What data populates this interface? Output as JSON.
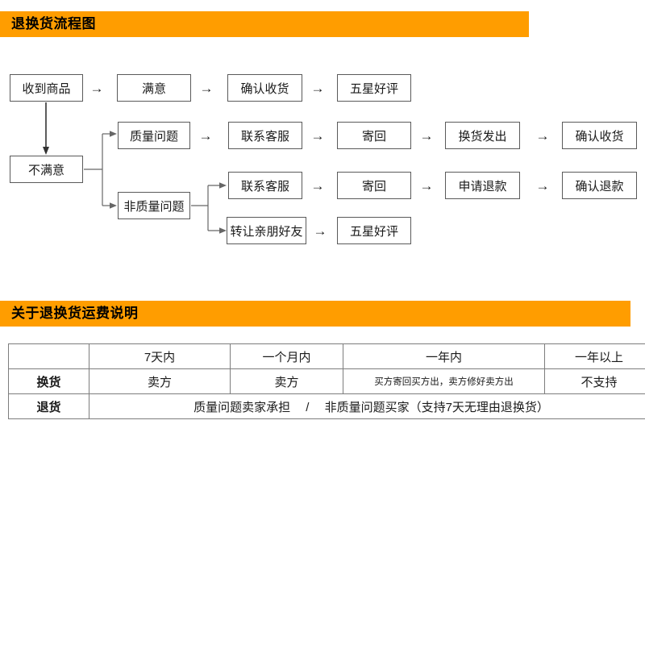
{
  "sections": {
    "flow": {
      "title": "退换货流程图",
      "bar_color": "#FF9D00"
    },
    "fee": {
      "title": "关于退换货运费说明",
      "bar_color": "#FF9D00"
    }
  },
  "flowchart": {
    "arrow_glyph": "→",
    "nodes": {
      "received": "收到商品",
      "satisfied": "满意",
      "confirm_receipt": "确认收货",
      "five_star_1": "五星好评",
      "unsatisfied": "不满意",
      "quality_issue": "质量问题",
      "contact_cs_1": "联系客服",
      "send_back_1": "寄回",
      "exchange_sent": "换货发出",
      "confirm_receipt_2": "确认收货",
      "non_quality_issue": "非质量问题",
      "contact_cs_2": "联系客服",
      "send_back_2": "寄回",
      "request_refund": "申请退款",
      "confirm_refund": "确认退款",
      "transfer_friend": "转让亲朋好友",
      "five_star_2": "五星好评"
    }
  },
  "fee_table": {
    "columns": [
      "",
      "7天内",
      "一个月内",
      "一年内",
      "一年以上"
    ],
    "rows": [
      {
        "label": "换货",
        "cells": [
          "卖方",
          "卖方",
          "买方寄回买方出，卖方修好卖方出",
          "不支持"
        ]
      },
      {
        "label": "退货",
        "merged": "质量问题卖家承担　 /　 非质量问题买家（支持7天无理由退换货）"
      }
    ]
  }
}
